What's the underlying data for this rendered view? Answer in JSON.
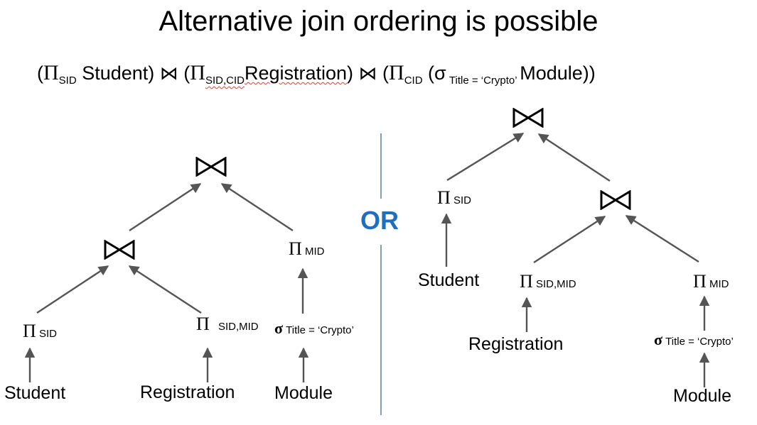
{
  "title": "Alternative join ordering is possible",
  "expression": {
    "open1": "(",
    "pi": "Π",
    "sid": "SID",
    "student": " Student) ",
    "join": "⋈",
    "open2": " (",
    "sidcid": "SID,CID",
    "registration": "Registration",
    "close2": ") ",
    "open3": " (",
    "cid": "CID",
    "sigma_open": " (σ",
    "title_cond": " Title = ‘Crypto’ ",
    "module": "Module))"
  },
  "or_label": "OR",
  "symbols": {
    "pi": "Π",
    "sigma": "σ"
  },
  "left_tree": {
    "pi_sid": "SID",
    "pi_sidmid": "SID,MID",
    "pi_mid": "MID",
    "sigma_cond": "Title = ‘Crypto’",
    "student": "Student",
    "registration": "Registration",
    "module": "Module"
  },
  "right_tree": {
    "pi_sid": "SID",
    "pi_sidmid": "SID,MID",
    "pi_mid": "MID",
    "sigma_cond": "Title = ‘Crypto’",
    "student": "Student",
    "registration": "Registration",
    "module": "Module"
  },
  "colors": {
    "arrow": "#555555",
    "or": "#1f6fbf",
    "divider": "#2e5f8a",
    "spellcheck": "#d0453a"
  }
}
